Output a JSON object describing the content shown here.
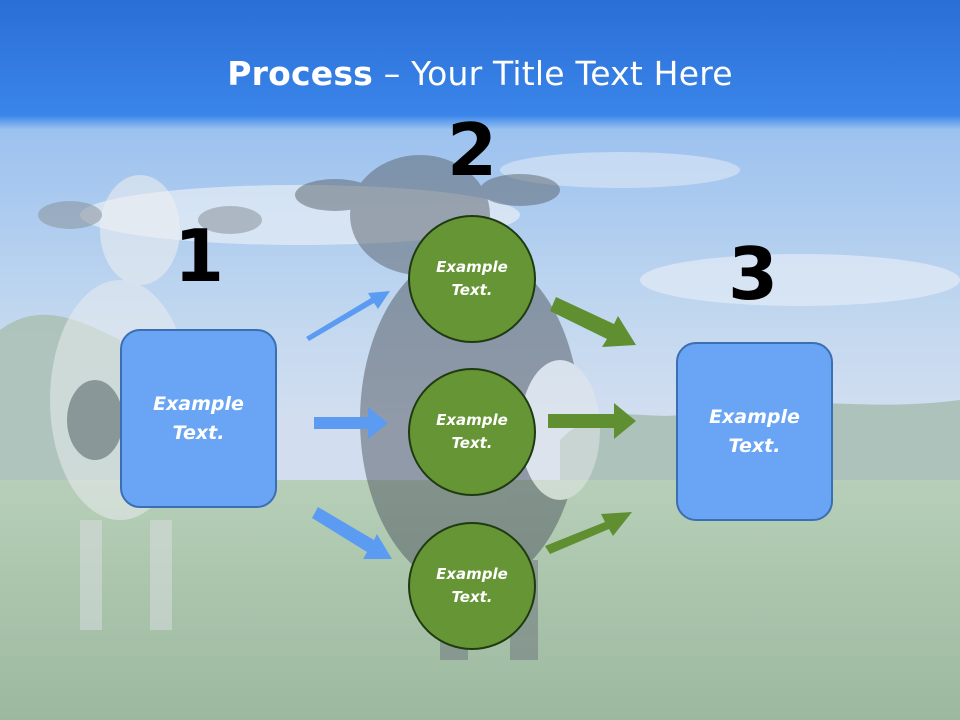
{
  "slide": {
    "title_bold": "Process",
    "title_rest": " – Your Title Text Here"
  },
  "steps": [
    {
      "number": "1",
      "label_line1": "Example",
      "label_line2": "Text."
    },
    {
      "number": "2"
    },
    {
      "number": "3",
      "label_line1": "Example",
      "label_line2": "Text."
    }
  ],
  "circles": [
    {
      "label_line1": "Example",
      "label_line2": "Text."
    },
    {
      "label_line1": "Example",
      "label_line2": "Text."
    },
    {
      "label_line1": "Example",
      "label_line2": "Text."
    }
  ],
  "colors": {
    "title_band": "#2d7be6",
    "box_fill": "#6aa5f5",
    "circle_fill": "#659535",
    "arrow_blue": "#5b9cf2",
    "arrow_green": "#5f8f30"
  }
}
